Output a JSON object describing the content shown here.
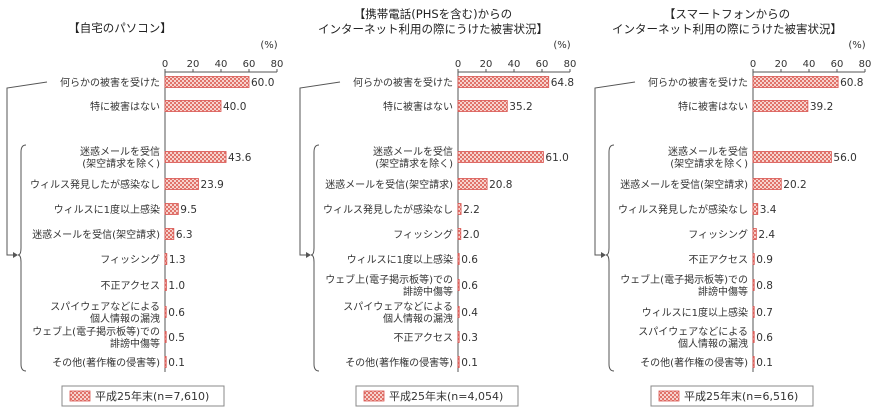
{
  "legend_label": "平成25年末",
  "percent_unit": "(%)",
  "colors": {
    "bar": "#d9534f",
    "bar_fill": "#f5c9c4",
    "axis": "#555555"
  },
  "chart_data": [
    {
      "type": "bar",
      "orientation": "horizontal",
      "title": [
        "【自宅のパソコン】"
      ],
      "legend": "平成25年末(n=7,610)",
      "xlim": [
        0,
        80
      ],
      "xticks": [
        0,
        20,
        40,
        60,
        80
      ],
      "xlabel": "(%)",
      "grid": false,
      "categories": [
        [
          "何らかの被害を受けた"
        ],
        [
          "特に被害はない"
        ],
        [
          "迷惑メールを受信",
          "(架空請求を除く)"
        ],
        [
          "ウィルス発見したが感染なし"
        ],
        [
          "ウィルスに1度以上感染"
        ],
        [
          "迷惑メールを受信(架空請求)"
        ],
        [
          "フィッシング"
        ],
        [
          "不正アクセス"
        ],
        [
          "スパイウェアなどによる",
          "個人情報の漏洩"
        ],
        [
          "ウェブ上(電子掲示板等)での",
          "誹謗中傷等"
        ],
        [
          "その他(著作権の侵害等)"
        ]
      ],
      "values": [
        60.0,
        40.0,
        43.6,
        23.9,
        9.5,
        6.3,
        1.3,
        1.0,
        0.6,
        0.5,
        0.1
      ],
      "value_labels": [
        "60.0",
        "40.0",
        "43.6",
        "23.9",
        "9.5",
        "6.3",
        "1.3",
        "1.0",
        "0.6",
        "0.5",
        "0.1"
      ]
    },
    {
      "type": "bar",
      "orientation": "horizontal",
      "title": [
        "【携帯電話(PHSを含む)からの",
        "インターネット利用の際にうけた被害状況】"
      ],
      "legend": "平成25年末(n=4,054)",
      "xlim": [
        0,
        80
      ],
      "xticks": [
        0,
        20,
        40,
        60,
        80
      ],
      "xlabel": "(%)",
      "grid": false,
      "categories": [
        [
          "何らかの被害を受けた"
        ],
        [
          "特に被害はない"
        ],
        [
          "迷惑メールを受信",
          "(架空請求を除く)"
        ],
        [
          "迷惑メールを受信(架空請求)"
        ],
        [
          "ウィルス発見したが感染なし"
        ],
        [
          "フィッシング"
        ],
        [
          "ウィルスに1度以上感染"
        ],
        [
          "ウェブ上(電子掲示板等)での",
          "誹謗中傷等"
        ],
        [
          "スパイウェアなどによる",
          "個人情報の漏洩"
        ],
        [
          "不正アクセス"
        ],
        [
          "その他(著作権の侵害等)"
        ]
      ],
      "values": [
        64.8,
        35.2,
        61.0,
        20.8,
        2.2,
        2.0,
        0.6,
        0.6,
        0.4,
        0.3,
        0.1
      ],
      "value_labels": [
        "64.8",
        "35.2",
        "61.0",
        "20.8",
        "2.2",
        "2.0",
        "0.6",
        "0.6",
        "0.4",
        "0.3",
        "0.1"
      ]
    },
    {
      "type": "bar",
      "orientation": "horizontal",
      "title": [
        "【スマートフォンからの",
        "インターネット利用の際にうけた被害状況】"
      ],
      "legend": "平成25年末(n=6,516)",
      "xlim": [
        0,
        80
      ],
      "xticks": [
        0,
        20,
        40,
        60,
        80
      ],
      "xlabel": "(%)",
      "grid": false,
      "categories": [
        [
          "何らかの被害を受けた"
        ],
        [
          "特に被害はない"
        ],
        [
          "迷惑メールを受信",
          "(架空請求を除く)"
        ],
        [
          "迷惑メールを受信(架空請求)"
        ],
        [
          "ウィルス発見したが感染なし"
        ],
        [
          "フィッシング"
        ],
        [
          "不正アクセス"
        ],
        [
          "ウェブ上(電子掲示板等)での",
          "誹謗中傷等"
        ],
        [
          "ウィルスに1度以上感染"
        ],
        [
          "スパイウェアなどによる",
          "個人情報の漏洩"
        ],
        [
          "その他(著作権の侵害等)"
        ]
      ],
      "values": [
        60.8,
        39.2,
        56.0,
        20.2,
        3.4,
        2.4,
        0.9,
        0.8,
        0.7,
        0.6,
        0.1
      ],
      "value_labels": [
        "60.8",
        "39.2",
        "56.0",
        "20.2",
        "3.4",
        "2.4",
        "0.9",
        "0.8",
        "0.7",
        "0.6",
        "0.1"
      ]
    }
  ]
}
